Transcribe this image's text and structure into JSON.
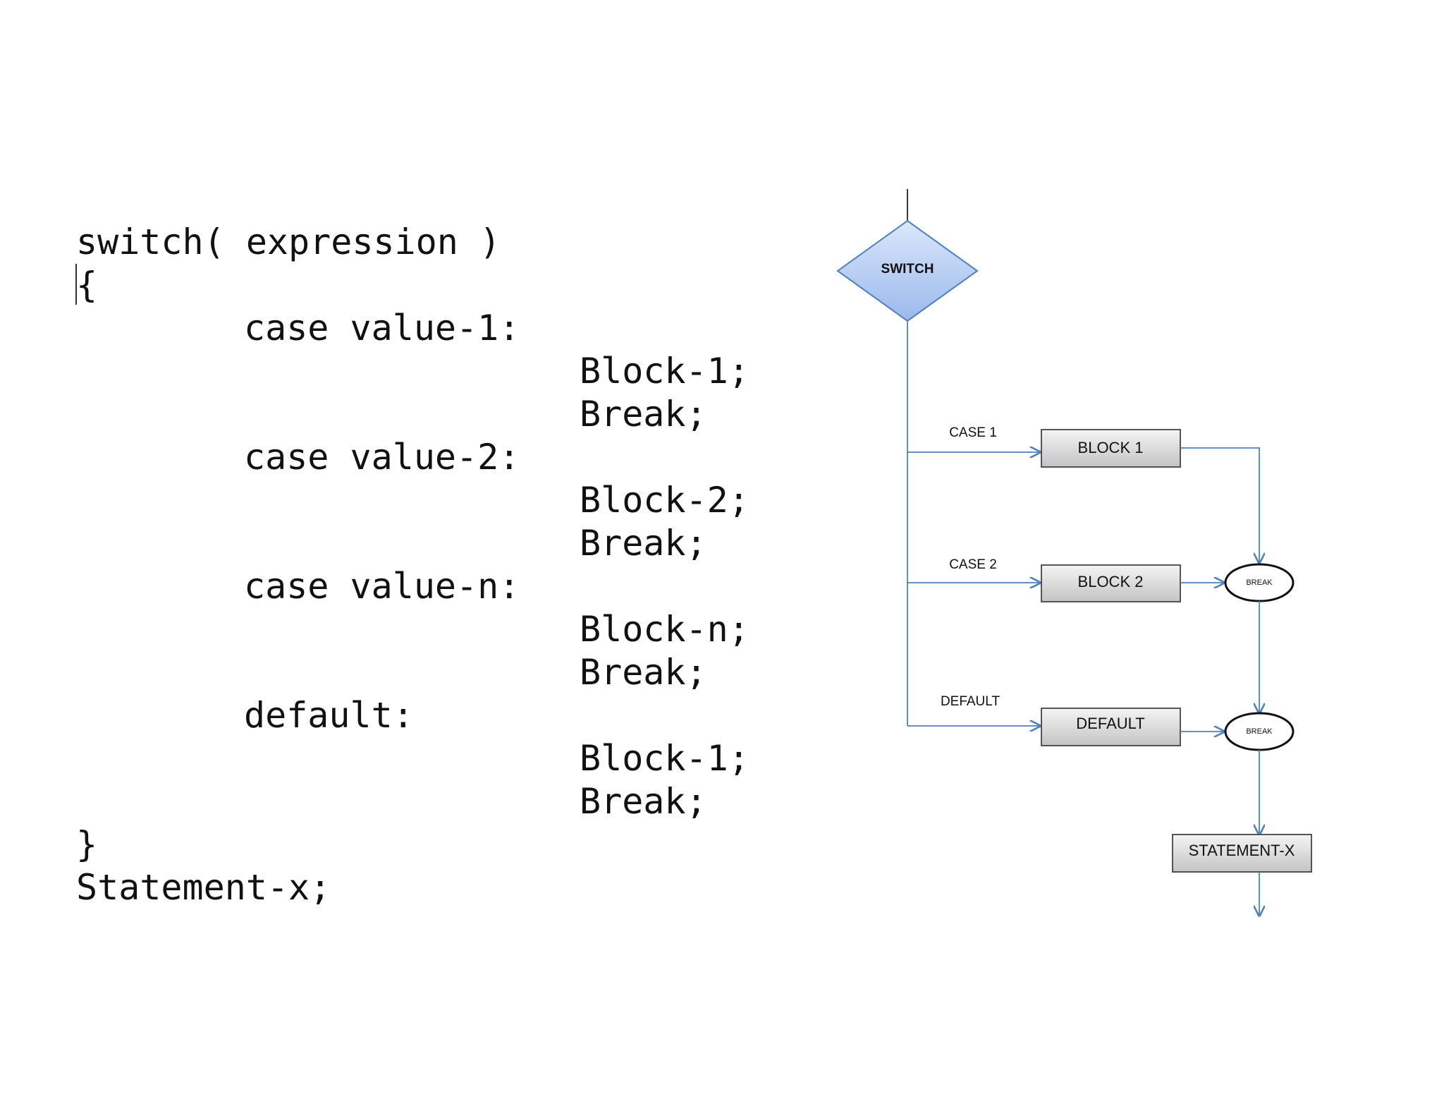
{
  "code": {
    "lines": [
      "switch( expression )",
      "{",
      "case value-1:",
      "Block-1;",
      "Break;",
      "case value-2:",
      "Block-2;",
      "Break;",
      "case value-n:",
      "Block-n;",
      "Break;",
      "default:",
      "Block-1;",
      "Break;",
      "}",
      "Statement-x;"
    ]
  },
  "flowchart": {
    "decision_label": "SWITCH",
    "edge_labels": {
      "case1": "CASE 1",
      "case2": "CASE 2",
      "default": "DEFAULT"
    },
    "blocks": {
      "block1": "BLOCK 1",
      "block2": "BLOCK 2",
      "default": "DEFAULT",
      "statement_x": "STATEMENT-X"
    },
    "break_labels": {
      "break1": "BREAK",
      "break2": "BREAK"
    }
  },
  "colors": {
    "decision_fill": "#b4ccf2",
    "edge": "#4f81bd",
    "box_fill_top": "#f4f4f4",
    "box_fill_bottom": "#c4c4c4"
  }
}
